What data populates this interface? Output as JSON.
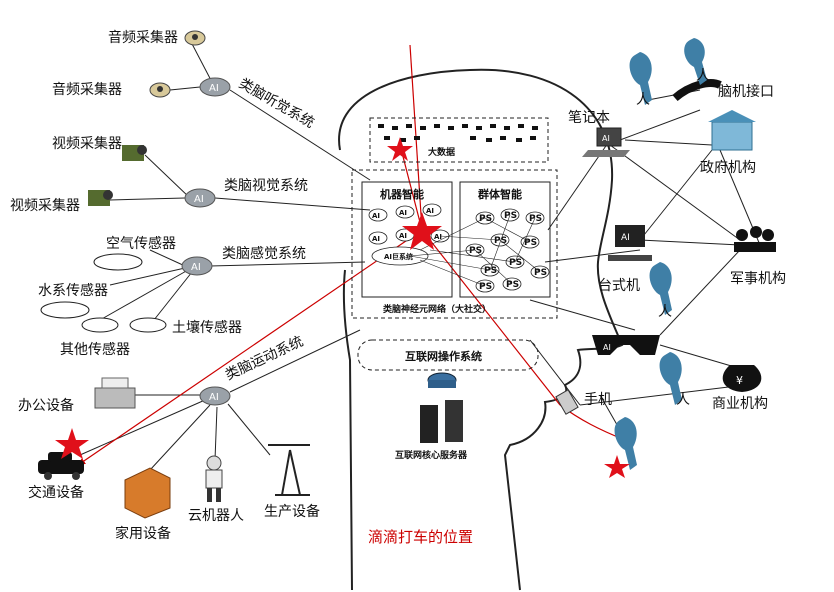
{
  "labels": {
    "audio1": "音频采集器",
    "audio2": "音频采集器",
    "video1": "视频采集器",
    "video2": "视频采集器",
    "air": "空气传感器",
    "water": "水系传感器",
    "other": "其他传感器",
    "soil": "土壤传感器",
    "office": "办公设备",
    "traffic": "交通设备",
    "home": "家用设备",
    "robot": "云机器人",
    "production": "生产设备",
    "hearing": "类脑听觉系统",
    "vision": "类脑视觉系统",
    "sensing": "类脑感觉系统",
    "motion": "类脑运动系统",
    "bigdata": "大数据",
    "machine": "机器智能",
    "swarm": "群体智能",
    "neural": "类脑神经元网络（大社交）",
    "os": "互联网操作系统",
    "servers": "互联网核心服务器",
    "ai_core": "AI巨系统",
    "notebook": "笔记本",
    "bci": "脑机接口",
    "gov": "政府机构",
    "desktop": "台式机",
    "military": "军事机构",
    "commerce": "商业机构",
    "phone": "手机",
    "person": "人",
    "didi": "滴滴打车的位置",
    "ai": "AI",
    "ps": "PS"
  },
  "colors": {
    "accent_red": "#cc0000",
    "star_red": "#e0101a",
    "line": "#222222",
    "person_blue": "#3f7fa6",
    "ai_node": "#9aa1a8"
  }
}
